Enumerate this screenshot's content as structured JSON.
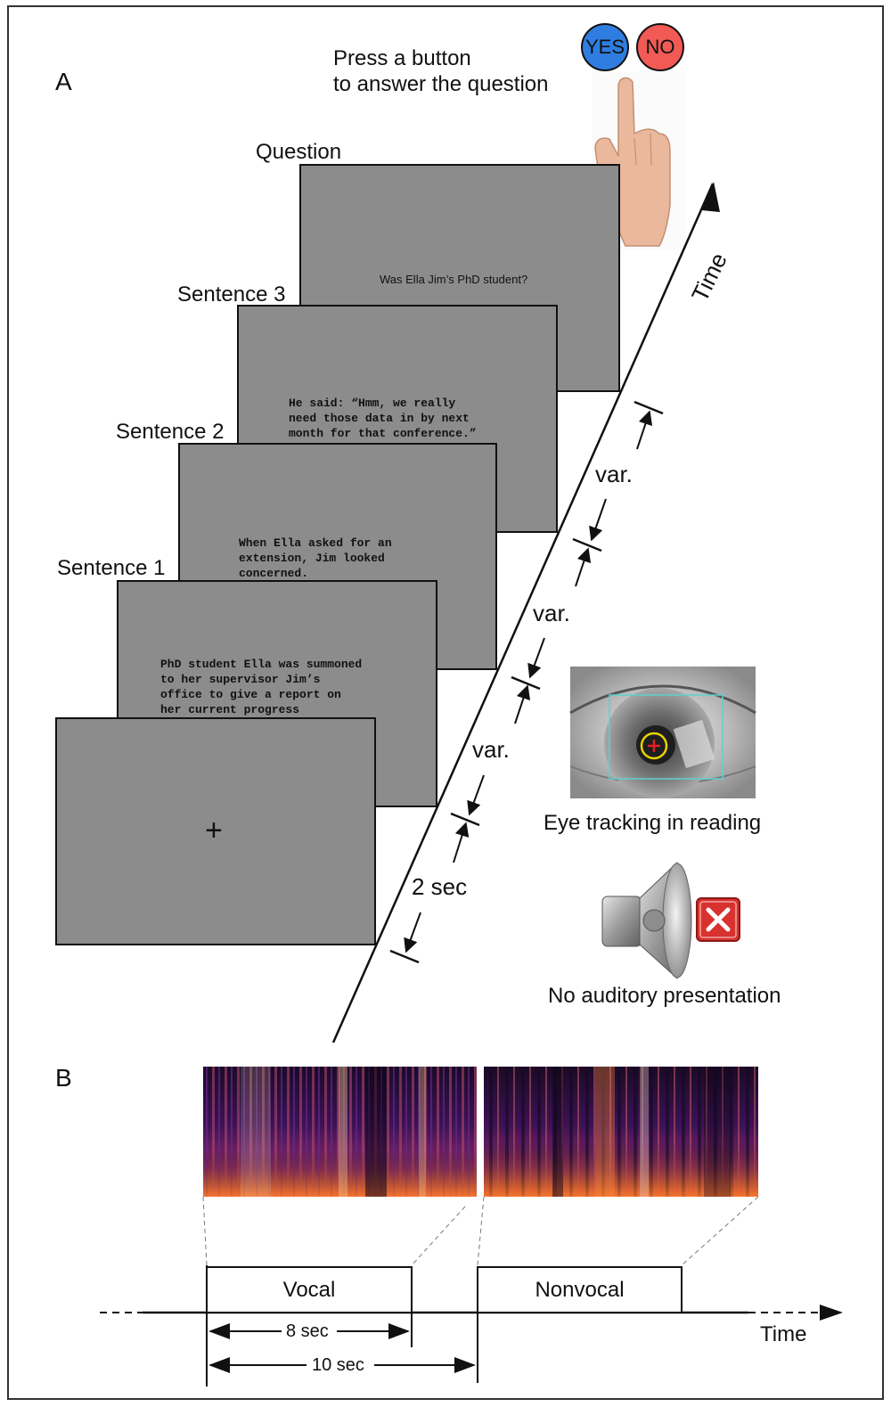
{
  "panel_a": {
    "letter": "A",
    "prompt_line1": "Press a button",
    "prompt_line2": "to answer the question",
    "yes_label": "YES",
    "no_label": "NO",
    "yes_color": "#2f7de0",
    "no_color": "#f25a55",
    "screens": {
      "question": {
        "title": "Question",
        "text": "Was Ella Jim’s PhD student?"
      },
      "sentence3": {
        "title": "Sentence 3",
        "text": "He said: “Hmm, we really\nneed those data in by next\nmonth for that conference.”"
      },
      "sentence2": {
        "title": "Sentence 2",
        "text": "When Ella asked for an\nextension, Jim looked\nconcerned."
      },
      "sentence1": {
        "title": "Sentence 1",
        "text": "PhD student Ella was summoned\nto her supervisor Jim’s\noffice to give a report on\nher current progress"
      },
      "fixation": {
        "symbol": "+"
      }
    },
    "time_label": "Time",
    "intervals": [
      "var.",
      "var.",
      "var.",
      "2 sec"
    ],
    "eye_tracking_label": "Eye tracking in reading",
    "no_audio_label": "No auditory presentation",
    "screen_color": "#8c8c8c"
  },
  "panel_b": {
    "letter": "B",
    "vocal_label": "Vocal",
    "nonvocal_label": "Nonvocal",
    "time_label": "Time",
    "duration_short": "8 sec",
    "duration_long": "10 sec"
  }
}
